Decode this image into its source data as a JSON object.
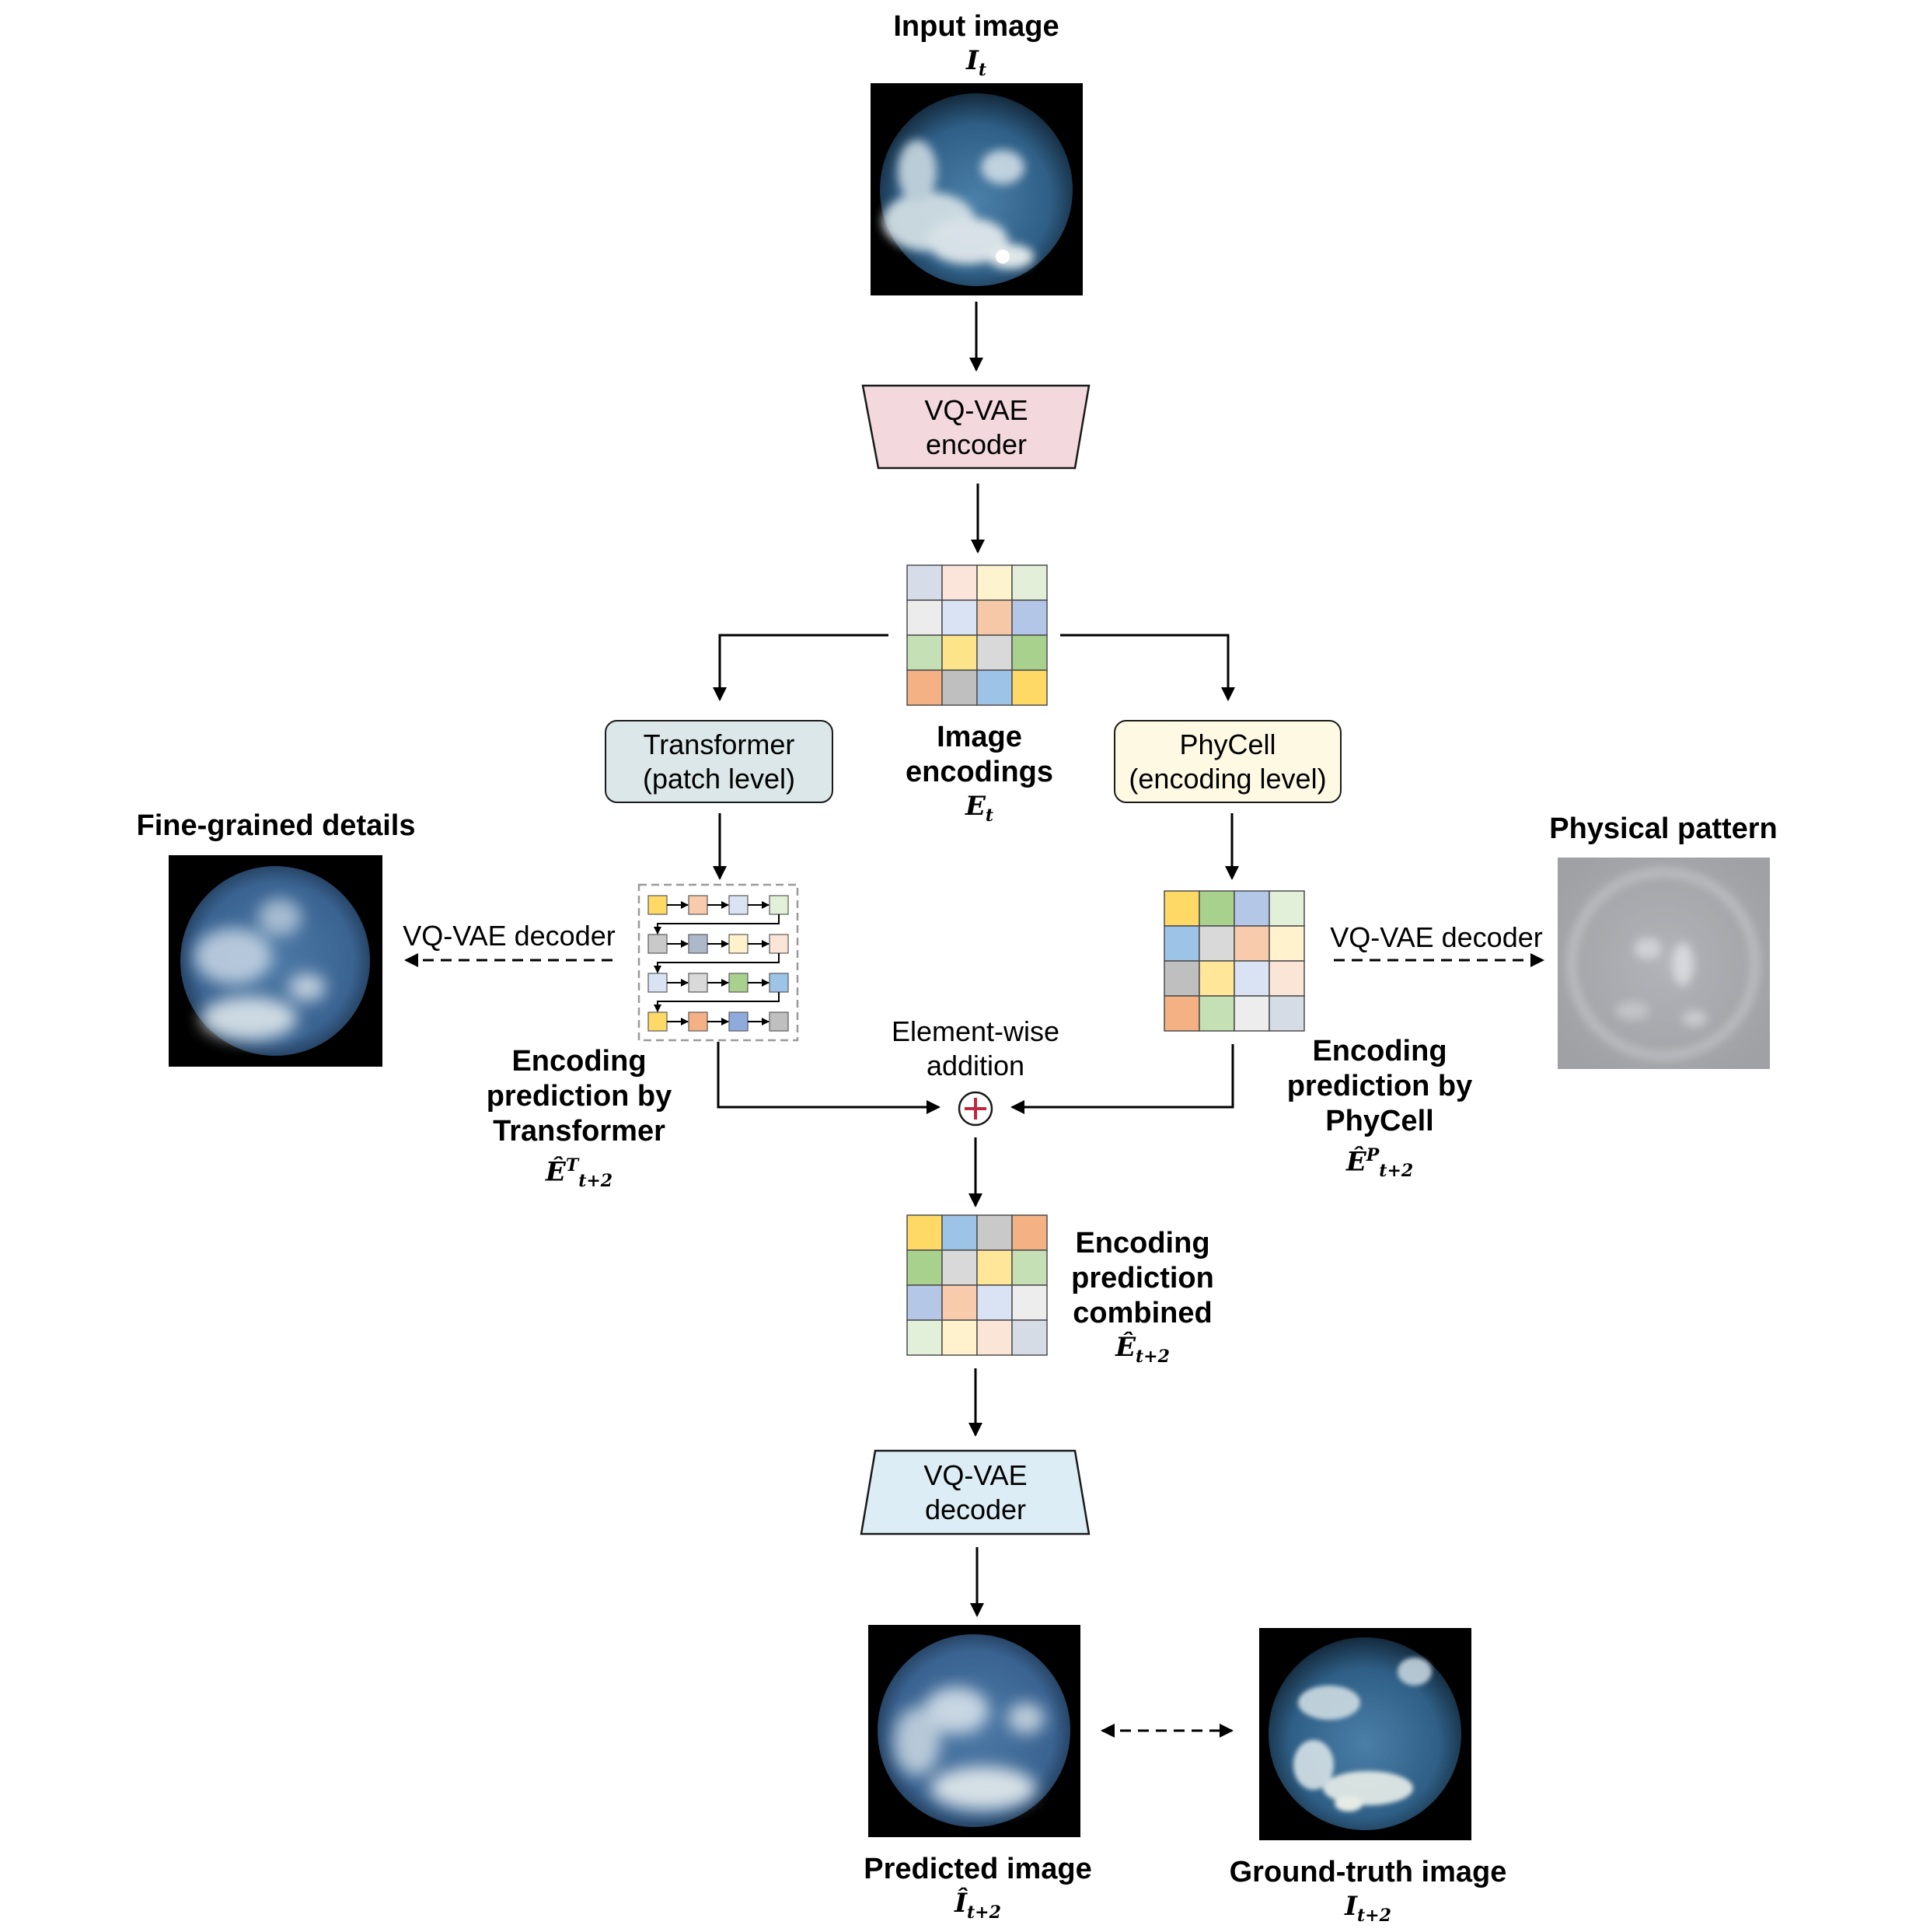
{
  "input": {
    "title": "Input image",
    "symbol": "I",
    "symbol_sub": "t"
  },
  "encoder": {
    "line1": "VQ-VAE",
    "line2": "encoder"
  },
  "encodings": {
    "line1": "Image",
    "line2": "encodings",
    "symbol": "E",
    "symbol_sub": "t"
  },
  "transformer": {
    "line1": "Transformer",
    "line2": "(patch level)"
  },
  "phycell": {
    "line1": "PhyCell",
    "line2": "(encoding level)"
  },
  "fine_grained": {
    "title": "Fine-grained details"
  },
  "physical": {
    "title": "Physical pattern"
  },
  "decoder_left": {
    "label": "VQ-VAE decoder"
  },
  "decoder_right": {
    "label": "VQ-VAE decoder"
  },
  "pred_transformer": {
    "line1": "Encoding",
    "line2": "prediction by",
    "line3": "Transformer",
    "symbol": "Ê",
    "symbol_sup": "T",
    "symbol_sub": "t+2"
  },
  "pred_phycell": {
    "line1": "Encoding",
    "line2": "prediction by",
    "line3": "PhyCell",
    "symbol": "Ê",
    "symbol_sup": "P",
    "symbol_sub": "t+2"
  },
  "addition": {
    "line1": "Element-wise",
    "line2": "addition"
  },
  "combined": {
    "line1": "Encoding",
    "line2": "prediction",
    "line3": "combined",
    "symbol": "Ê",
    "symbol_sub": "t+2"
  },
  "decoder": {
    "line1": "VQ-VAE",
    "line2": "decoder"
  },
  "predicted": {
    "title": "Predicted image",
    "symbol": "Î",
    "symbol_sub": "t+2"
  },
  "ground_truth": {
    "title": "Ground-truth image",
    "symbol": "I",
    "symbol_sub": "t+2"
  },
  "colors": {
    "encoder_fill": "#f3d9de",
    "decoder_fill": "#dcedf5",
    "transformer_fill": "#dbe7e8",
    "phycell_fill": "#fdf9e2",
    "plus_color": "#c0283f",
    "sky_blue": "#3c6f99",
    "cloud": "#d8e4ea",
    "grey_pattern": "#a9aaad"
  },
  "grids": {
    "encodings": [
      [
        "#d6dce8",
        "#fbe4d9",
        "#fdf3cf",
        "#e3efd9"
      ],
      [
        "#ececec",
        "#dae3f3",
        "#f6c8a7",
        "#b3c6e7"
      ],
      [
        "#c5e0b4",
        "#fde38a",
        "#d9d9d9",
        "#a9d18e"
      ],
      [
        "#f4b183",
        "#bfbfbf",
        "#9dc3e6",
        "#ffd966"
      ]
    ],
    "phycell": [
      [
        "#ffd966",
        "#a9d18e",
        "#b4c7e7",
        "#e2efd9"
      ],
      [
        "#9dc3e6",
        "#d9d9d9",
        "#f8cbad",
        "#fff2cc"
      ],
      [
        "#bfbfbf",
        "#ffe699",
        "#dae3f3",
        "#fbe5d6"
      ],
      [
        "#f4b183",
        "#c5e0b4",
        "#ededed",
        "#d6dce5"
      ]
    ],
    "combined": [
      [
        "#ffd966",
        "#9dc3e6",
        "#c9c9c9",
        "#f4b183"
      ],
      [
        "#a9d18e",
        "#d9d9d9",
        "#ffe699",
        "#c5e0b4"
      ],
      [
        "#b4c7e7",
        "#f8cbad",
        "#dae3f3",
        "#ededed"
      ],
      [
        "#e2efd9",
        "#fff2cc",
        "#fbe5d6",
        "#d6dce5"
      ]
    ],
    "transformer": [
      [
        "#ffd966",
        "#f8cbad",
        "#dae3f3",
        "#e2efd9"
      ],
      [
        "#c9c9c9",
        "#adb9ca",
        "#fff2cc",
        "#fbe5d6"
      ],
      [
        "#dae3f3",
        "#d9d9d9",
        "#a9d18e",
        "#9dc3e6"
      ],
      [
        "#ffd966",
        "#f4b183",
        "#8faadc",
        "#bfbfbf"
      ]
    ]
  }
}
